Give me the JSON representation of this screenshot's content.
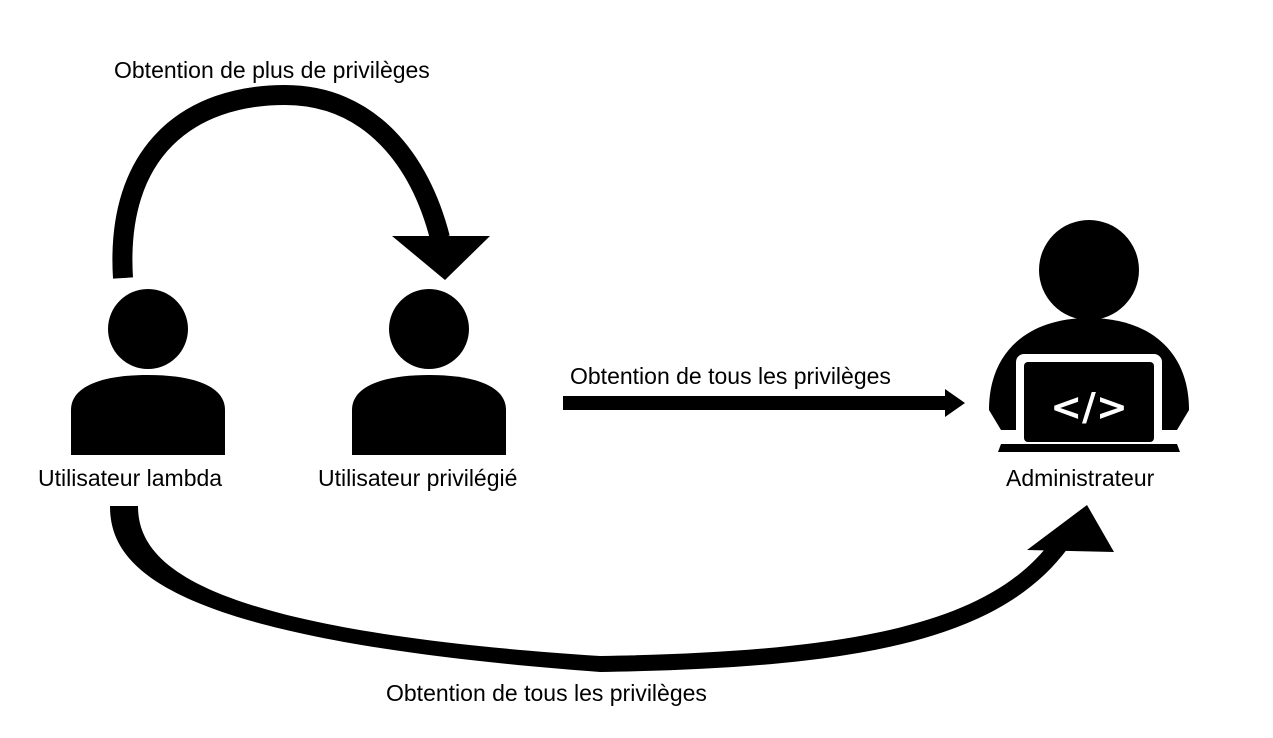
{
  "diagram": {
    "nodes": {
      "basic_user": {
        "label": "Utilisateur lambda",
        "icon": "user-icon"
      },
      "privileged_user": {
        "label": "Utilisateur privilégié",
        "icon": "user-icon"
      },
      "administrator": {
        "label": "Administrateur",
        "icon": "developer-laptop-icon",
        "laptop_symbol": "</>"
      }
    },
    "edges": {
      "basic_to_privileged": {
        "from": "Utilisateur lambda",
        "to": "Utilisateur privilégié",
        "label": "Obtention de plus de privilèges"
      },
      "privileged_to_admin": {
        "from": "Utilisateur privilégié",
        "to": "Administrateur",
        "label": "Obtention de tous les privilèges"
      },
      "basic_to_admin": {
        "from": "Utilisateur lambda",
        "to": "Administrateur",
        "label": "Obtention de tous les privilèges"
      }
    },
    "colors": {
      "foreground": "#000000",
      "background": "#ffffff"
    }
  }
}
